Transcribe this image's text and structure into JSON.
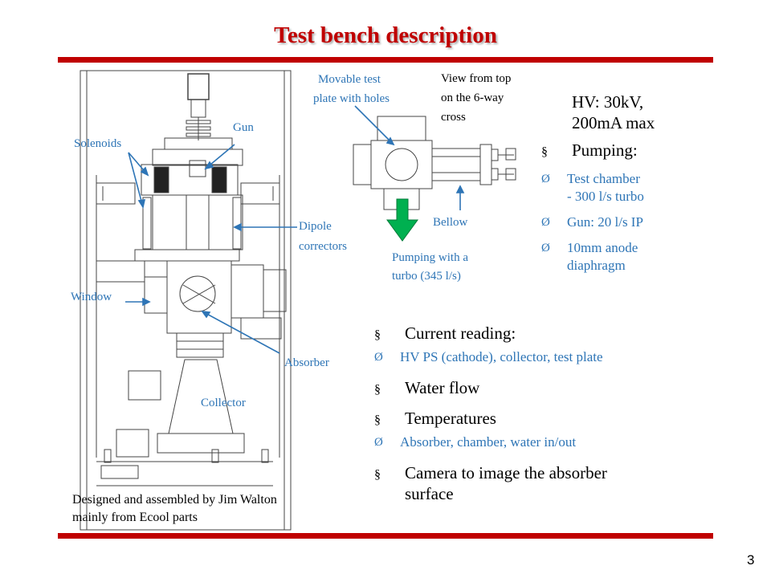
{
  "slide": {
    "title": "Test bench description",
    "page_number": "3"
  },
  "labels": {
    "solenoids": "Solenoids",
    "gun": "Gun",
    "dipole": "Dipole",
    "correctors": "correctors",
    "window": "Window",
    "absorber": "Absorber",
    "collector": "Collector",
    "movable_1": "Movable test",
    "movable_2": "plate with holes",
    "view_1": "View from top",
    "view_2": "on the 6-way",
    "view_3": "cross",
    "bellow": "Bellow",
    "pumping_1": "Pumping with a",
    "pumping_2": "turbo (345 l/s)"
  },
  "right_bullets": {
    "hv_1": "HV: 30kV,",
    "hv_2": "200mA max",
    "pumping": "Pumping:",
    "test_chamber_1": "Test chamber",
    "test_chamber_2": "- 300 l/s turbo",
    "gun_ip": "Gun: 20 l/s IP",
    "anode_1": "10mm anode",
    "anode_2": "diaphragm"
  },
  "lower_bullets": {
    "current": "Current reading:",
    "current_sub": "HV PS (cathode), collector, test plate",
    "water": "Water flow",
    "temps": "Temperatures",
    "temps_sub": "Absorber, chamber, water in/out",
    "camera_1": "Camera to image the absorber",
    "camera_2": "surface"
  },
  "credit": {
    "line1": "Designed and assembled by Jim Walton",
    "line2": "mainly from Ecool parts"
  },
  "markers": {
    "square": "§",
    "arrow": "Ø"
  },
  "colors": {
    "title": "#c00000",
    "rule": "#c00000",
    "label_blue": "#2e75b6",
    "arrow_green": "#00b050"
  }
}
